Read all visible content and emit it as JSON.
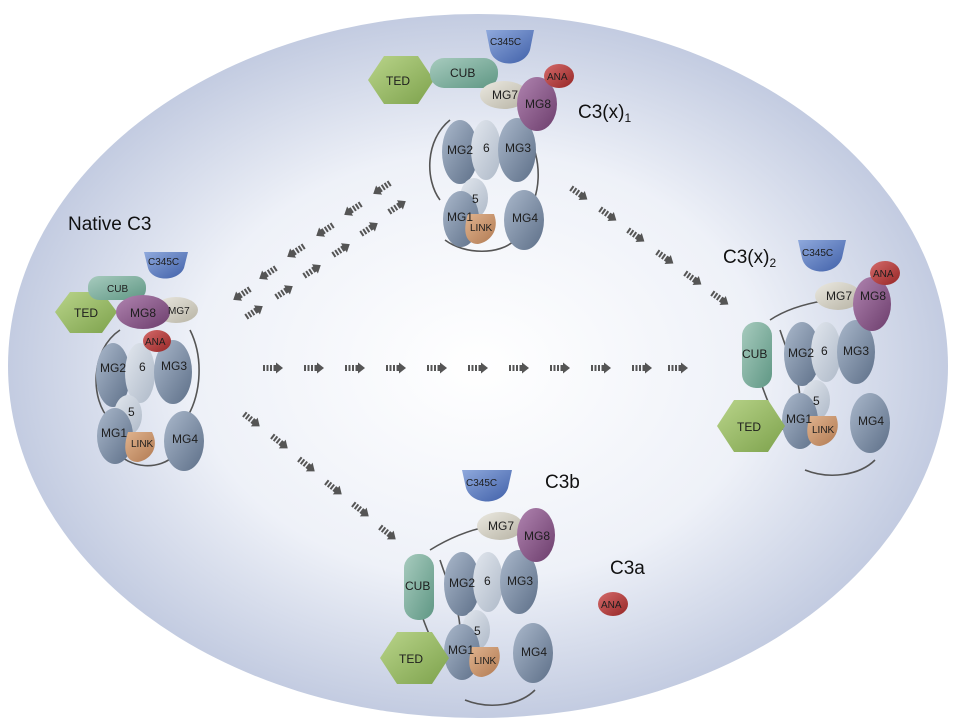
{
  "states": {
    "native": {
      "title": "Native C3"
    },
    "x1": {
      "title": "C3(x)",
      "subscript": "1"
    },
    "x2": {
      "title": "C3(x)",
      "subscript": "2"
    },
    "c3b": {
      "title": "C3b"
    },
    "c3a": {
      "title": "C3a",
      "domain": "ANA"
    }
  },
  "domains": {
    "ted": "TED",
    "cub": "CUB",
    "c345c": "C345C",
    "ana": "ANA",
    "mg1": "MG1",
    "mg2": "MG2",
    "mg3": "MG3",
    "mg4": "MG4",
    "mg5": "5",
    "mg6": "6",
    "mg7": "MG7",
    "mg8": "MG8",
    "link": "LINK"
  },
  "colors": {
    "ted": "#9bbd6a",
    "cub": "#7fae9e",
    "c345c": "#5b7cc2",
    "ana": "#b73a3a",
    "mg": "#7f90a8",
    "mg_light": "#c9d1dc",
    "mg7": "#d3d0c4",
    "mg8": "#8e5a8e",
    "link": "#c9956e",
    "arrow": "#555555",
    "bg_outer": "#b4bed8",
    "bg_inner": "#ffffff"
  }
}
